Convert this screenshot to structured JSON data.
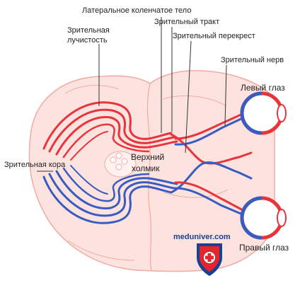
{
  "labels": {
    "lgn": "Латеральное коленчатое тело",
    "radiation_line1": "Зрительная",
    "radiation_line2": "лучистость",
    "optic_tract": "Зрительный тракт",
    "chiasm": "Зрительный перекрест",
    "optic_nerve": "Зрительный нерв",
    "left_eye": "Левый глаз",
    "visual_cortex": "Зрительная кора",
    "colliculus_line1": "Верхний",
    "colliculus_line2": "холмик",
    "right_eye": "Правый глаз"
  },
  "watermark": {
    "site": "meduniver.com",
    "logo_icon": "shield-cross-logo"
  },
  "colors": {
    "brain_fill": "#fde3df",
    "brain_stroke": "#f2aaa2",
    "red_pathway": "#e8343b",
    "blue_pathway": "#3a5bbf",
    "leader_line": "#333333",
    "logo_blue": "#1d3f8f",
    "logo_red": "#e1262d"
  }
}
